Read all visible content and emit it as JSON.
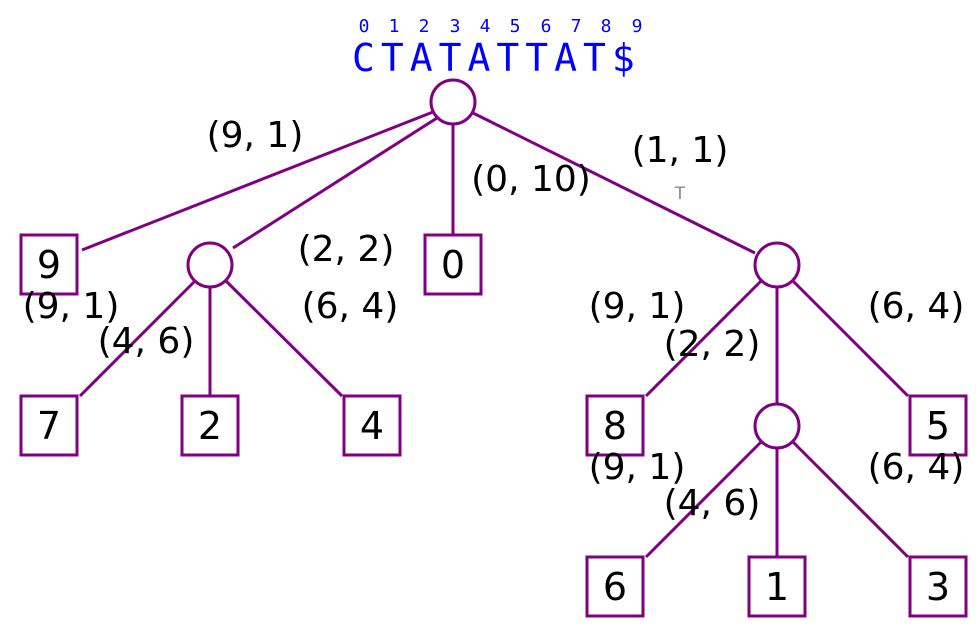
{
  "colors": {
    "node": "#800080",
    "sequence": "#0000ff",
    "text": "#000000",
    "hint": "#888888"
  },
  "header": {
    "indices": [
      "0",
      "1",
      "2",
      "3",
      "4",
      "5",
      "6",
      "7",
      "8",
      "9"
    ],
    "sequence": "CTATATTAT$"
  },
  "edges": [
    {
      "label": "(9, 1)"
    },
    {
      "label": "(2, 2)"
    },
    {
      "label": "(0, 10)"
    },
    {
      "label": "(1, 1)",
      "hint": "T"
    },
    {
      "label": "(9, 1)"
    },
    {
      "label": "(4, 6)"
    },
    {
      "label": "(6, 4)"
    },
    {
      "label": "(9, 1)"
    },
    {
      "label": "(2, 2)"
    },
    {
      "label": "(6, 4)"
    },
    {
      "label": "(9, 1)"
    },
    {
      "label": "(4, 6)"
    },
    {
      "label": "(6, 4)"
    }
  ],
  "leaves": [
    "9",
    "0",
    "7",
    "2",
    "4",
    "8",
    "5",
    "6",
    "1",
    "3"
  ]
}
